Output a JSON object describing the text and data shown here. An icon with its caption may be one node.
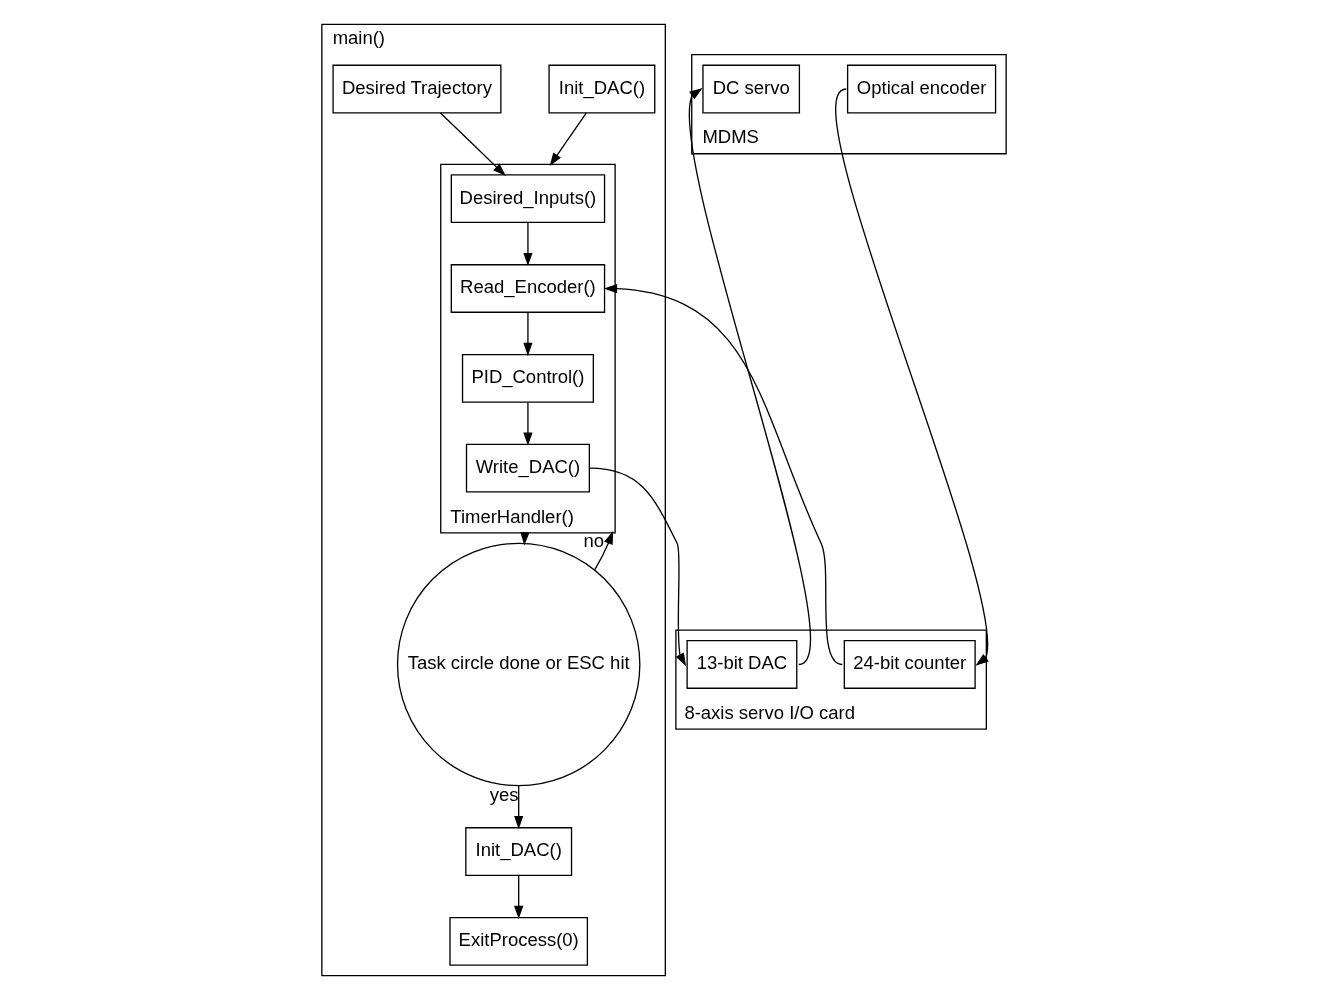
{
  "diagram": {
    "nodes": [
      {
        "text": [
          "main()"
        ]
      },
      {
        "text": [
          "Init_DAC()"
        ],
        "in": 0
      },
      {
        "text": [
          "TimerHandler()"
        ],
        "in": 0
      },
      {
        "text": [
          "Desired Trajectory"
        ],
        "in": 0
      },
      {
        "text": [
          "Desired_Inputs()"
        ],
        "in": 2
      },
      {
        "text": [
          "Read_Encoder()"
        ],
        "in": 2
      },
      {
        "text": [
          "PID_Control()"
        ],
        "in": 2
      },
      {
        "text": [
          "Write_DAC()"
        ],
        "in": 2
      },
      {
        "text": [
          "Task circle done or ESC hit"
        ],
        "in": 0
      },
      {
        "text": [
          "Init_DAC()"
        ],
        "in": 0
      },
      {
        "text": [
          "ExitProcess(0)"
        ],
        "in": 0
      },
      {
        "text": [
          "8-axis servo I/O card"
        ]
      },
      {
        "text": [
          "24-bit counter"
        ],
        "in": 11
      },
      {
        "text": [
          "13-bit DAC"
        ],
        "in": 11
      },
      {
        "text": [
          "MDMS"
        ]
      },
      {
        "text": [
          "Optical encoder"
        ],
        "in": 14
      },
      {
        "text": [
          "DC servo"
        ],
        "in": 14
      }
    ],
    "edges": [
      {
        "from": 1,
        "to": 2,
        "arrow": "to"
      },
      {
        "from": 3,
        "to": 4,
        "arrow": "to"
      },
      {
        "from": 4,
        "to": 5,
        "arrow": "to"
      },
      {
        "from": 5,
        "to": 6,
        "arrow": "to"
      },
      {
        "from": 6,
        "to": 7,
        "arrow": "to"
      },
      {
        "from": 2,
        "to": 8,
        "arrow": "to"
      },
      {
        "from": 8,
        "to": 2,
        "arrow": "to",
        "label": "no"
      },
      {
        "from": 8,
        "to": 9,
        "arrow": "to",
        "label": "yes"
      },
      {
        "from": 9,
        "to": 10,
        "arrow": "to"
      },
      {
        "from": 12,
        "to": 5,
        "arrow": "to"
      },
      {
        "from": 15,
        "to": 12,
        "arrow": "to"
      },
      {
        "from": 7,
        "to": 13,
        "arrow": "to"
      },
      {
        "from": 13,
        "to": 16,
        "arrow": "to"
      }
    ]
  }
}
